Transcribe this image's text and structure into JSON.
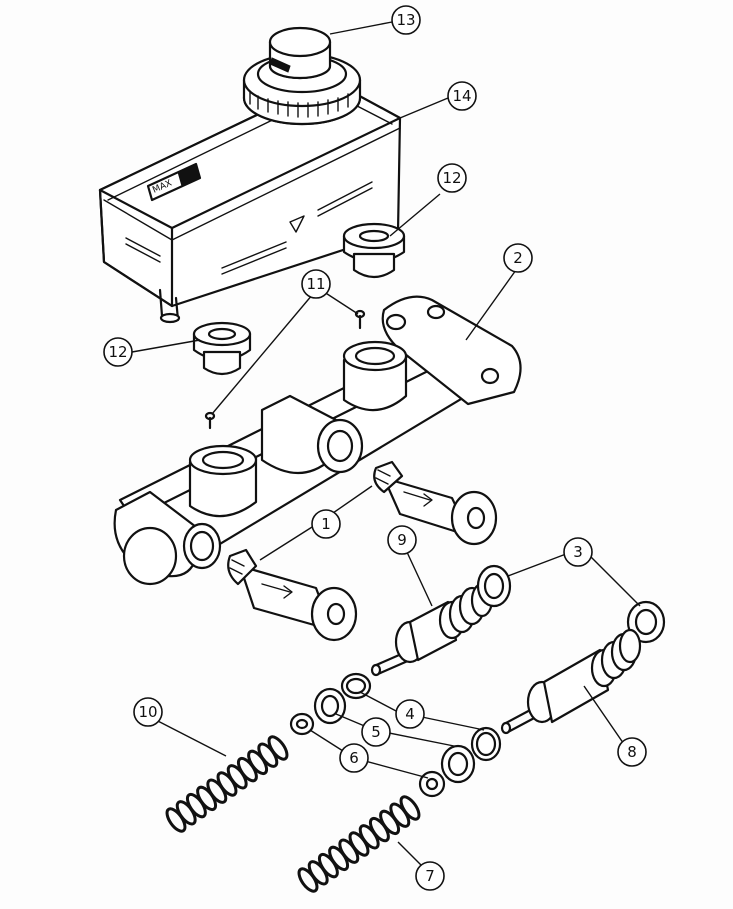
{
  "diagram": {
    "reservoir_label": "MAX",
    "callouts": [
      {
        "id": "c13",
        "num": "13"
      },
      {
        "id": "c14",
        "num": "14"
      },
      {
        "id": "c12a",
        "num": "12"
      },
      {
        "id": "c2",
        "num": "2"
      },
      {
        "id": "c11",
        "num": "11"
      },
      {
        "id": "c12b",
        "num": "12"
      },
      {
        "id": "c1",
        "num": "1"
      },
      {
        "id": "c9",
        "num": "9"
      },
      {
        "id": "c3",
        "num": "3"
      },
      {
        "id": "c10",
        "num": "10"
      },
      {
        "id": "c4",
        "num": "4"
      },
      {
        "id": "c5",
        "num": "5"
      },
      {
        "id": "c6",
        "num": "6"
      },
      {
        "id": "c8",
        "num": "8"
      },
      {
        "id": "c7",
        "num": "7"
      }
    ]
  }
}
